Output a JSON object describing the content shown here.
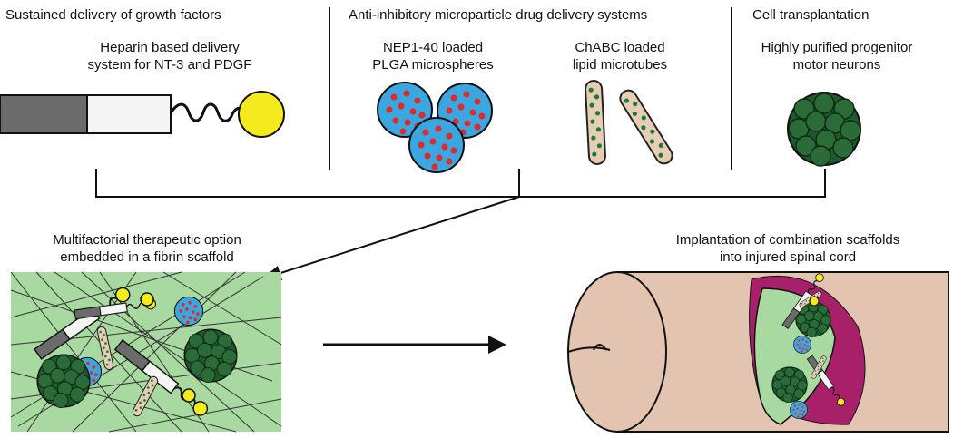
{
  "sections": {
    "growth_factors": {
      "heading": "Sustained delivery of growth factors",
      "item_line1": "Heparin based delivery",
      "item_line2": "system for NT-3 and PDGF"
    },
    "microparticles": {
      "heading": "Anti-inhibitory microparticle drug delivery systems",
      "item1_line1": "NEP1-40 loaded",
      "item1_line2": "PLGA microspheres",
      "item2_line1": "ChABC loaded",
      "item2_line2": "lipid microtubes"
    },
    "cell_transplantation": {
      "heading": "Cell transplantation",
      "item_line1": "Highly purified progenitor",
      "item_line2": "motor neurons"
    }
  },
  "scaffold": {
    "line1": "Multifactorial therapeutic option",
    "line2": "embedded in a fibrin scaffold"
  },
  "implantation": {
    "line1": "Implantation of combination scaffolds",
    "line2": "into injured spinal cord"
  },
  "colors": {
    "microsphere_fill": "#3aa7e0",
    "microsphere_dots": "#e02a2a",
    "cells": "#1f5a2e",
    "yellow_ball": "#f5ea1e",
    "fibrin_bg": "#a8d9a0",
    "spinal_cord": "#e2c4b0",
    "lesion": "#a8206a"
  }
}
